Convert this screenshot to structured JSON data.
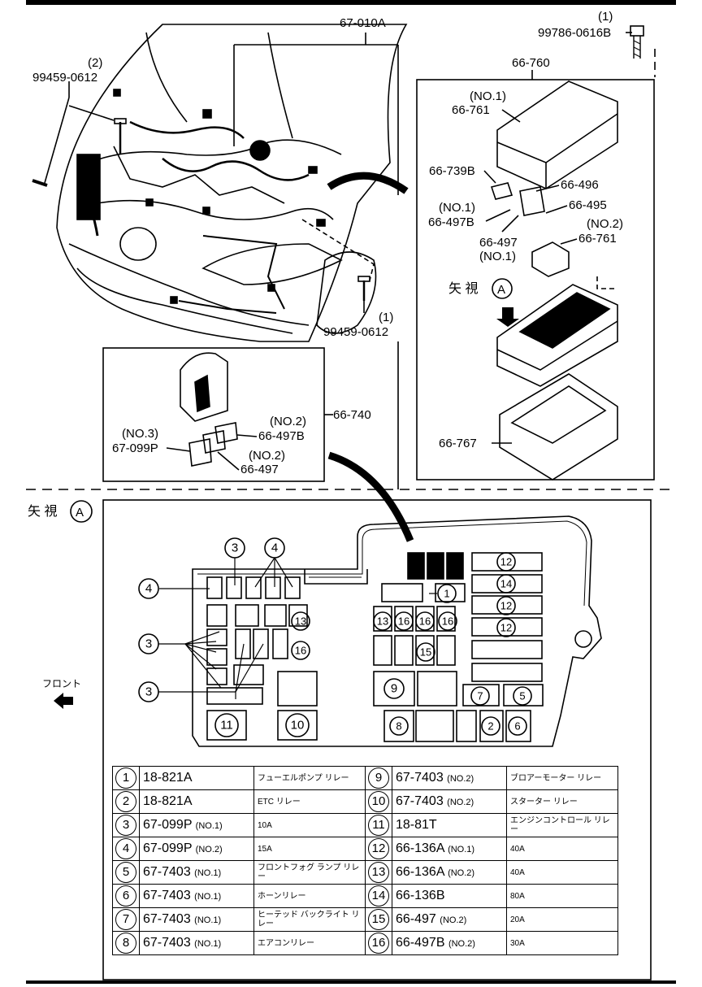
{
  "callouts": {
    "harness": "67-010A",
    "bolt_top_qty": "(1)",
    "bolt_top": "99786-0616B",
    "bolt_left_qty": "(2)",
    "bolt_left": "99459-0612",
    "bolt_bottom_qty": "(1)",
    "bolt_bottom": "99459-0612",
    "fuse_box_assy": "66-760",
    "cover_no1_qty": "(NO.1)",
    "cover_no1": "66-761",
    "relay_739b": "66-739B",
    "fuse_496": "66-496",
    "fuse_495": "66-495",
    "relay_497b_qty": "(NO.1)",
    "relay_497b": "66-497B",
    "relay_497": "66-497",
    "relay_497_qty": "(NO.1)",
    "cover_no2_qty": "(NO.2)",
    "cover_no2": "66-761",
    "lower_box": "66-767",
    "view_a": "矢 視",
    "view_a_letter": "A",
    "relay_box": "66-740",
    "r497b_no2_qty": "(NO.2)",
    "r497b_no2": "66-497B",
    "r099p_qty": "(NO.3)",
    "r099p": "67-099P",
    "r497_no2_qty": "(NO.2)",
    "r497_no2": "66-497",
    "front_label": "フロント"
  },
  "box_labels": {
    "left_top": [
      "4",
      "3",
      "4"
    ],
    "left_side": [
      "3",
      "3"
    ],
    "slots": [
      "13",
      "16",
      "16",
      "16",
      "13",
      "16",
      "15",
      "1",
      "12",
      "14",
      "12",
      "12",
      "9",
      "7",
      "5",
      "8",
      "2",
      "6",
      "11",
      "10"
    ]
  },
  "parts_table": {
    "rows": [
      {
        "no": "1",
        "part": "18-821A",
        "qty": "",
        "desc": "フューエルポンプ リレー",
        "no2": "9",
        "part2": "67-7403",
        "qty2": "(NO.2)",
        "desc2": "ブロアーモーター リレー"
      },
      {
        "no": "2",
        "part": "18-821A",
        "qty": "",
        "desc": "ETC リレー",
        "no2": "10",
        "part2": "67-7403",
        "qty2": "(NO.2)",
        "desc2": "スターター リレー"
      },
      {
        "no": "3",
        "part": "67-099P",
        "qty": "(NO.1)",
        "desc": "10A",
        "no2": "11",
        "part2": "18-81T",
        "qty2": "",
        "desc2": "エンジンコントロール リレー"
      },
      {
        "no": "4",
        "part": "67-099P",
        "qty": "(NO.2)",
        "desc": "15A",
        "no2": "12",
        "part2": "66-136A",
        "qty2": "(NO.1)",
        "desc2": "40A"
      },
      {
        "no": "5",
        "part": "67-7403",
        "qty": "(NO.1)",
        "desc": "フロントフォグ ランプ リレー",
        "no2": "13",
        "part2": "66-136A",
        "qty2": "(NO.2)",
        "desc2": "40A"
      },
      {
        "no": "6",
        "part": "67-7403",
        "qty": "(NO.1)",
        "desc": "ホーンリレー",
        "no2": "14",
        "part2": "66-136B",
        "qty2": "",
        "desc2": "80A"
      },
      {
        "no": "7",
        "part": "67-7403",
        "qty": "(NO.1)",
        "desc": "ヒーテッド バックライト リレー",
        "no2": "15",
        "part2": "66-497",
        "qty2": "(NO.2)",
        "desc2": "20A"
      },
      {
        "no": "8",
        "part": "67-7403",
        "qty": "(NO.1)",
        "desc": "エアコンリレー",
        "no2": "16",
        "part2": "66-497B",
        "qty2": "(NO.2)",
        "desc2": "30A"
      }
    ]
  }
}
